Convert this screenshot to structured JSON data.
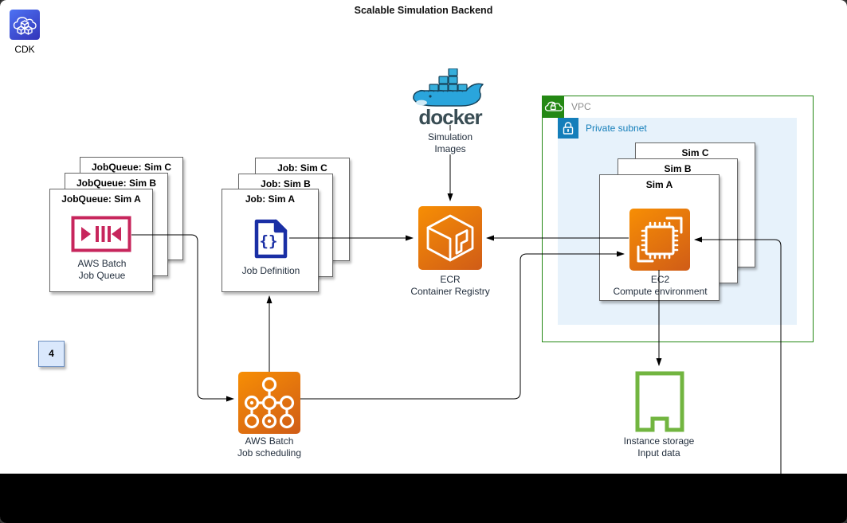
{
  "title": "Scalable Simulation Backend",
  "cdk": {
    "label": "CDK"
  },
  "job_queue": {
    "box_c": "JobQueue: Sim C",
    "box_b": "JobQueue: Sim B",
    "box_a": "JobQueue: Sim A",
    "caption1": "AWS Batch",
    "caption2": "Job Queue"
  },
  "job_definition": {
    "box_c": "Job: Sim C",
    "box_b": "Job: Sim B",
    "box_a": "Job: Sim A",
    "glyph": "{}",
    "caption": "Job Definition"
  },
  "docker": {
    "wordmark": "docker",
    "caption1": "Simulation",
    "caption2": "Images"
  },
  "ecr": {
    "caption1": "ECR",
    "caption2": "Container Registry"
  },
  "vpc": {
    "label": "VPC"
  },
  "subnet": {
    "label": "Private subnet"
  },
  "ec2": {
    "box_c": "Sim C",
    "box_b": "Sim B",
    "box_a": "Sim A",
    "caption1": "EC2",
    "caption2": "Compute environment"
  },
  "scheduler": {
    "caption1": "AWS Batch",
    "caption2": "Job scheduling"
  },
  "storage": {
    "caption1": "Instance storage",
    "caption2": "Input data"
  },
  "badge": {
    "value": "4"
  },
  "colors": {
    "aws_orange_light": "#F78E04",
    "aws_orange_dark": "#D05C17",
    "batch_queue_pink": "#C7265C",
    "job_definition_navy": "#1A2FA5",
    "vpc_green": "#248814",
    "subnet_blue": "#147EBA",
    "subnet_fill": "#E7F2FB",
    "storage_green": "#72B540",
    "docker_blue": "#29A8DE",
    "docker_wordmark": "#394D54",
    "cdk_blue_light": "#4D72F3",
    "cdk_blue_dark": "#3334B9",
    "badge_fill": "#DAE8FC",
    "badge_border": "#6C8EBF"
  }
}
